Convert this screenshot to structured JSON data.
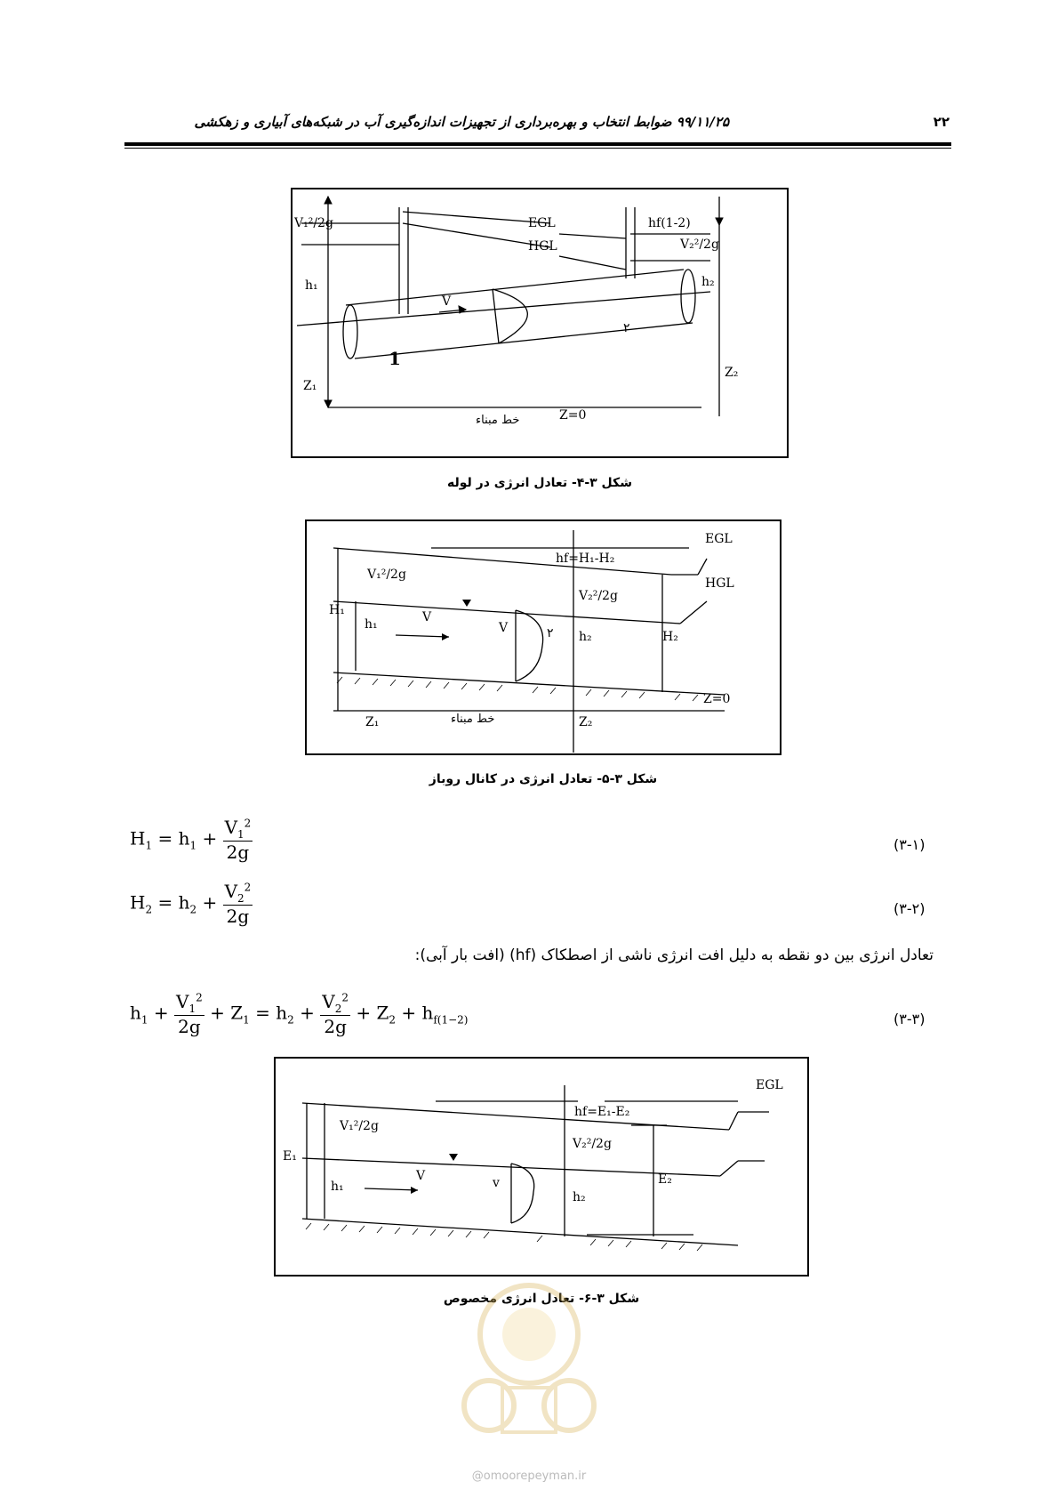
{
  "header": {
    "title": "۹۹/۱۱/۲۵   ضوابط انتخاب و بهره‌برداری از تجهیزات اندازه‌گیری آب در شبکه‌های آبیاری و زهکشی",
    "page_number": "۲۲"
  },
  "figure1": {
    "caption": "شکل ۳-۴- تعادل انرژی در لوله",
    "labels": {
      "v1": "V₁²/2g",
      "egl": "EGL",
      "hgl": "HGL",
      "hf": "hf(1-2)",
      "v2": "V₂²/2g",
      "h1": "h₁",
      "h2": "h₂",
      "v": "V",
      "one": "1",
      "two": "۲",
      "z1": "Z₁",
      "z2": "Z₂",
      "datum": "خط مبناء",
      "z0": "Z=0"
    }
  },
  "figure2": {
    "caption": "شکل ۳-۵- تعادل انرژی در کانال روباز",
    "labels": {
      "egl": "EGL",
      "hgl": "HGL",
      "hf": "hf=H₁-H₂",
      "v1": "V₁²/2g",
      "v2": "V₂²/2g",
      "H1": "H₁",
      "h1": "h₁",
      "v": "V",
      "v_small": "V",
      "two": "۲",
      "h2": "h₂",
      "H2": "H₂",
      "z0": "Z=0",
      "z1": "Z₁",
      "datum": "خط مبناء",
      "z2": "Z₂"
    }
  },
  "equations": {
    "eq1_number": "(۳-۱)",
    "eq2_number": "(۳-۲)",
    "eq3_number": "(۳-۳)",
    "paragraph": "تعادل انرژی بین دو نقطه به دلیل افت انرژی ناشی از اصطکاک (hf) (افت بار آبی):"
  },
  "figure3": {
    "caption": "شکل ۳-۶- تعادل انرژی مخصوص",
    "labels": {
      "egl": "EGL",
      "hf": "hf=E₁-E₂",
      "v1": "V₁²/2g",
      "v2": "V₂²/2g",
      "E1": "E₁",
      "h1": "h₁",
      "v": "V",
      "v_small": "v",
      "h2": "h₂",
      "E2": "E₂"
    }
  },
  "footer": {
    "site": "@omoorepeyman.ir"
  }
}
